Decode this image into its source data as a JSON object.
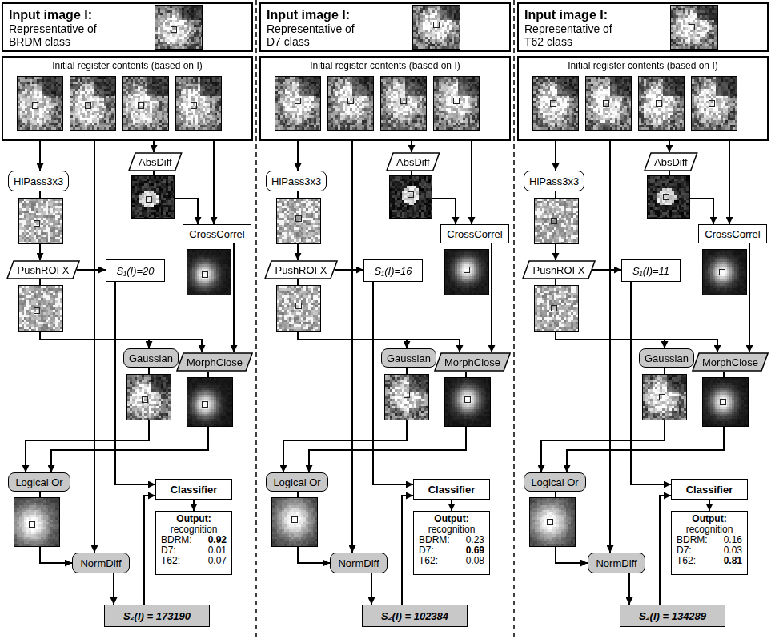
{
  "diagram": {
    "nodes": [
      {
        "text": [
          "Input image I:",
          "Representative of BRDM class"
        ]
      },
      {
        "text": [
          "Initial register contents (based on I)"
        ]
      },
      {
        "text": [
          "HiPass3x3"
        ]
      },
      {
        "text": [
          "AbsDiff"
        ]
      },
      {
        "text": [
          "CrossCorrel"
        ]
      },
      {
        "text": [
          "PushROI X"
        ]
      },
      {
        "text": [
          "S₁(I)=20"
        ]
      },
      {
        "text": [
          "Gaussian"
        ]
      },
      {
        "text": [
          "MorphClose"
        ]
      },
      {
        "text": [
          "Logical Or"
        ]
      },
      {
        "text": [
          "Classifier"
        ]
      },
      {
        "text": [
          "NormDiff"
        ]
      },
      {
        "text": [
          "Output:",
          "recognition",
          "BDRM:",
          "0.92",
          "D7:",
          "0.01",
          "T62:",
          "0.07"
        ]
      },
      {
        "text": [
          "S₂(I) = 173190"
        ]
      },
      {
        "text": [
          "Input image I:",
          "Representative of D7 class"
        ]
      },
      {
        "text": [
          "Initial register contents (based on I)"
        ]
      },
      {
        "text": [
          "HiPass3x3"
        ]
      },
      {
        "text": [
          "AbsDiff"
        ]
      },
      {
        "text": [
          "CrossCorrel"
        ]
      },
      {
        "text": [
          "PushROI X"
        ]
      },
      {
        "text": [
          "S₁(I)=16"
        ]
      },
      {
        "text": [
          "Gaussian"
        ]
      },
      {
        "text": [
          "MorphClose"
        ]
      },
      {
        "text": [
          "Logical Or"
        ]
      },
      {
        "text": [
          "Classifier"
        ]
      },
      {
        "text": [
          "NormDiff"
        ]
      },
      {
        "text": [
          "Output:",
          "recognition",
          "BDRM:",
          "0.23",
          "D7:",
          "0.69",
          "T62:",
          "0.08"
        ]
      },
      {
        "text": [
          "S₂(I) = 102384"
        ]
      },
      {
        "text": [
          "Input image I:",
          "Representative of T62 class"
        ]
      },
      {
        "text": [
          "Initial register contents (based on I)"
        ]
      },
      {
        "text": [
          "HiPass3x3"
        ]
      },
      {
        "text": [
          "AbsDiff"
        ]
      },
      {
        "text": [
          "CrossCorrel"
        ]
      },
      {
        "text": [
          "PushROI X"
        ]
      },
      {
        "text": [
          "S₁(I)=11"
        ]
      },
      {
        "text": [
          "Gaussian"
        ]
      },
      {
        "text": [
          "MorphClose"
        ]
      },
      {
        "text": [
          "Logical Or"
        ]
      },
      {
        "text": [
          "Classifier"
        ]
      },
      {
        "text": [
          "NormDiff"
        ]
      },
      {
        "text": [
          "Output:",
          "recognition",
          "BDRM:",
          "0.16",
          "D7:",
          "0.03",
          "T62:",
          "0.81"
        ]
      },
      {
        "text": [
          "S₂(I) = 134289"
        ]
      }
    ],
    "edges": [
      {
        "from": 1,
        "to": 2,
        "arrow": "to"
      },
      {
        "from": 1,
        "to": 3,
        "arrow": "to"
      },
      {
        "from": 1,
        "to": 4,
        "arrow": "to"
      },
      {
        "from": 1,
        "to": 11,
        "arrow": "to"
      },
      {
        "from": 3,
        "to": 4,
        "arrow": "to"
      },
      {
        "from": 2,
        "to": 5,
        "arrow": "to"
      },
      {
        "from": 5,
        "to": 6,
        "arrow": "to"
      },
      {
        "from": 5,
        "to": 7,
        "arrow": "to"
      },
      {
        "from": 5,
        "to": 8,
        "arrow": "to"
      },
      {
        "from": 4,
        "to": 8,
        "arrow": "to"
      },
      {
        "from": 7,
        "to": 9,
        "arrow": "to"
      },
      {
        "from": 8,
        "to": 9,
        "arrow": "to"
      },
      {
        "from": 6,
        "to": 10,
        "arrow": "to"
      },
      {
        "from": 9,
        "to": 11,
        "arrow": "to"
      },
      {
        "from": 11,
        "to": 13,
        "arrow": "to"
      },
      {
        "from": 13,
        "to": 10,
        "arrow": "to"
      },
      {
        "from": 10,
        "to": 12,
        "arrow": "to"
      },
      {
        "from": 15,
        "to": 16,
        "arrow": "to"
      },
      {
        "from": 15,
        "to": 17,
        "arrow": "to"
      },
      {
        "from": 15,
        "to": 18,
        "arrow": "to"
      },
      {
        "from": 15,
        "to": 25,
        "arrow": "to"
      },
      {
        "from": 17,
        "to": 18,
        "arrow": "to"
      },
      {
        "from": 16,
        "to": 19,
        "arrow": "to"
      },
      {
        "from": 19,
        "to": 20,
        "arrow": "to"
      },
      {
        "from": 19,
        "to": 21,
        "arrow": "to"
      },
      {
        "from": 19,
        "to": 22,
        "arrow": "to"
      },
      {
        "from": 18,
        "to": 22,
        "arrow": "to"
      },
      {
        "from": 21,
        "to": 23,
        "arrow": "to"
      },
      {
        "from": 22,
        "to": 23,
        "arrow": "to"
      },
      {
        "from": 20,
        "to": 24,
        "arrow": "to"
      },
      {
        "from": 23,
        "to": 25,
        "arrow": "to"
      },
      {
        "from": 25,
        "to": 27,
        "arrow": "to"
      },
      {
        "from": 27,
        "to": 24,
        "arrow": "to"
      },
      {
        "from": 24,
        "to": 26,
        "arrow": "to"
      },
      {
        "from": 29,
        "to": 30,
        "arrow": "to"
      },
      {
        "from": 29,
        "to": 31,
        "arrow": "to"
      },
      {
        "from": 29,
        "to": 32,
        "arrow": "to"
      },
      {
        "from": 29,
        "to": 39,
        "arrow": "to"
      },
      {
        "from": 31,
        "to": 32,
        "arrow": "to"
      },
      {
        "from": 30,
        "to": 33,
        "arrow": "to"
      },
      {
        "from": 33,
        "to": 34,
        "arrow": "to"
      },
      {
        "from": 33,
        "to": 35,
        "arrow": "to"
      },
      {
        "from": 33,
        "to": 36,
        "arrow": "to"
      },
      {
        "from": 32,
        "to": 36,
        "arrow": "to"
      },
      {
        "from": 35,
        "to": 37,
        "arrow": "to"
      },
      {
        "from": 36,
        "to": 37,
        "arrow": "to"
      },
      {
        "from": 34,
        "to": 38,
        "arrow": "to"
      },
      {
        "from": 37,
        "to": 39,
        "arrow": "to"
      },
      {
        "from": 39,
        "to": 41,
        "arrow": "to"
      },
      {
        "from": 41,
        "to": 38,
        "arrow": "to"
      },
      {
        "from": 38,
        "to": 40,
        "arrow": "to"
      }
    ]
  }
}
